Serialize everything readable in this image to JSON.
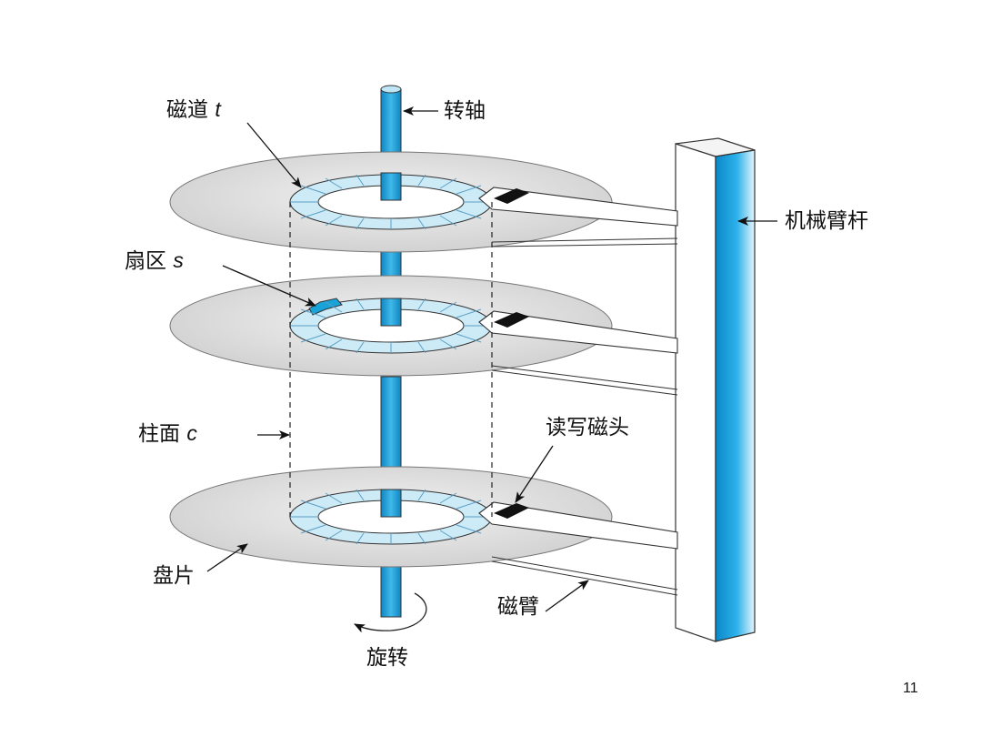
{
  "labels": {
    "track": {
      "text": "磁道",
      "var": "t"
    },
    "spindle": "转轴",
    "arm_assembly": "机械臂杆",
    "sector": {
      "text": "扇区",
      "var": "s"
    },
    "cylinder": {
      "text": "柱面",
      "var": "c"
    },
    "rw_head": "读写磁头",
    "platter": "盘片",
    "arm": "磁臂",
    "rotation": "旋转"
  },
  "page_number": "11",
  "colors": {
    "blue": "#1aa3d9",
    "light_blue": "#cdeaf7",
    "platter": "#d9d9d9",
    "head": "#111111"
  }
}
